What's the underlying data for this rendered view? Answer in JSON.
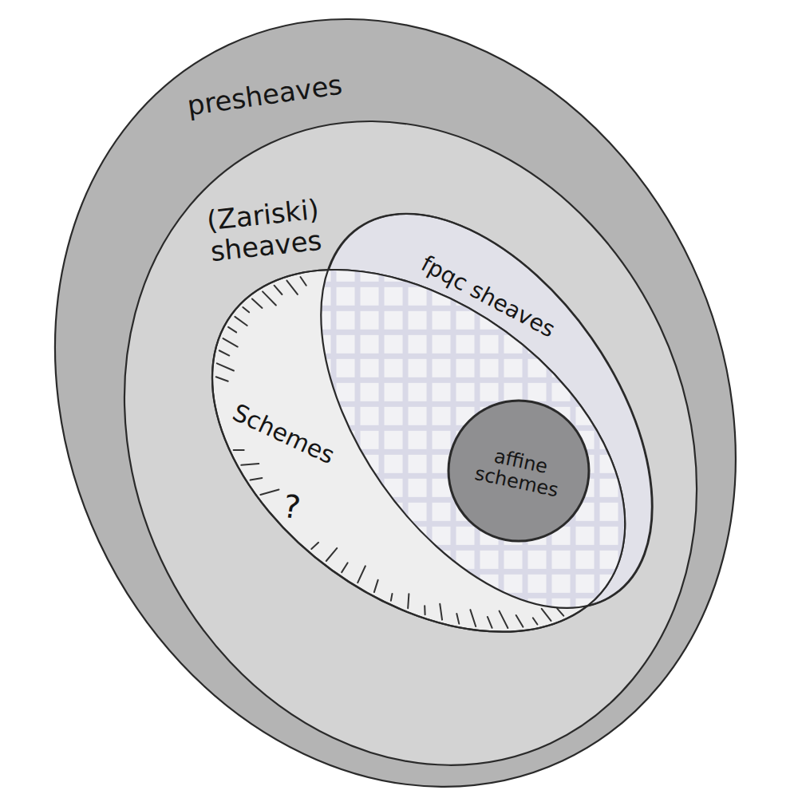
{
  "diagram": {
    "nodes": [
      {
        "text": [
          "presheaves"
        ]
      },
      {
        "text": [
          "(Zariski) sheaves"
        ],
        "in": 0
      },
      {
        "text": [
          "fpqc sheaves"
        ],
        "in": 1
      },
      {
        "text": [
          "Schemes"
        ],
        "in": 1
      },
      {
        "text": [
          "affine schemes"
        ],
        "in": 3
      }
    ],
    "labels": [
      "?"
    ]
  }
}
